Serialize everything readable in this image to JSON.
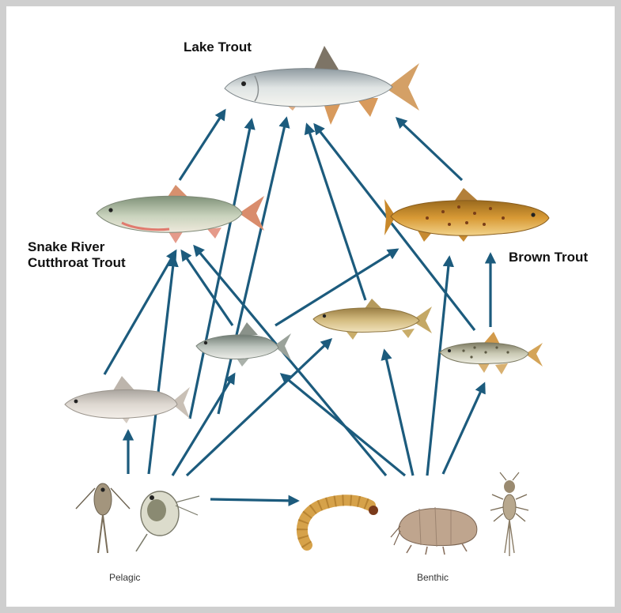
{
  "labels": {
    "lake_trout": "Lake Trout",
    "snake_river_1": "Snake River",
    "snake_river_2": "Cutthroat Trout",
    "brown_trout": "Brown Trout",
    "pelagic": "Pelagic",
    "benthic": "Benthic"
  },
  "colors": {
    "arrow": "#1c5b7d",
    "background": "#ffffff",
    "frame": "#cfcfcf"
  },
  "icons": [
    "lake-trout-icon",
    "cutthroat-trout-icon",
    "brown-trout-icon",
    "whitefish-icon",
    "chub-icon",
    "sucker-icon",
    "sculpin-icon",
    "copepod-icon",
    "daphnia-icon",
    "midge-larva-icon",
    "amphipod-icon",
    "mayfly-nymph-icon"
  ]
}
